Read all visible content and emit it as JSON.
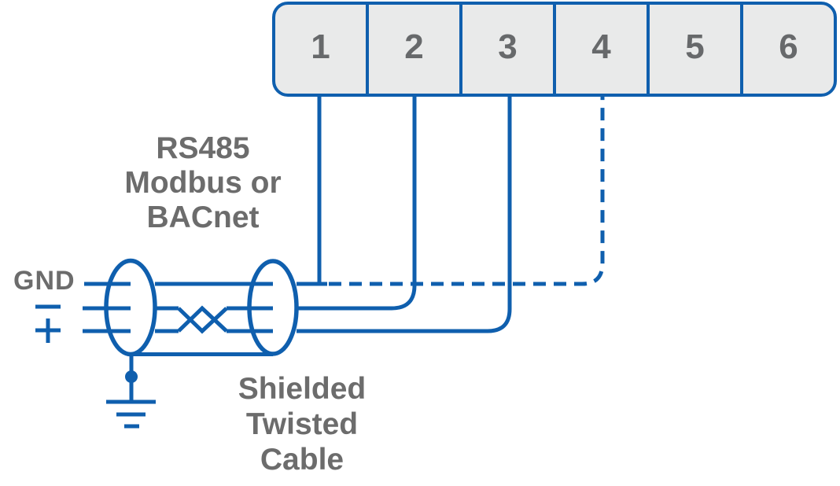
{
  "colors": {
    "wire_blue": "#0F5FAE",
    "label_gray": "#6C6C6C",
    "digit_gray": "#67696B",
    "terminal_fill": "#E9EAEA",
    "background": "#FFFFFF"
  },
  "terminal_block": {
    "terminals": [
      "1",
      "2",
      "3",
      "4",
      "5",
      "6"
    ]
  },
  "labels": {
    "gnd": "GND",
    "bus_type": {
      "lines": [
        "RS485",
        "Modbus or",
        "BACnet"
      ]
    },
    "cable_type": {
      "lines": [
        "Shielded",
        "Twisted",
        "Cable"
      ]
    }
  },
  "symbols": {
    "minus": "-",
    "plus": "+",
    "ground": "earth-ground"
  }
}
